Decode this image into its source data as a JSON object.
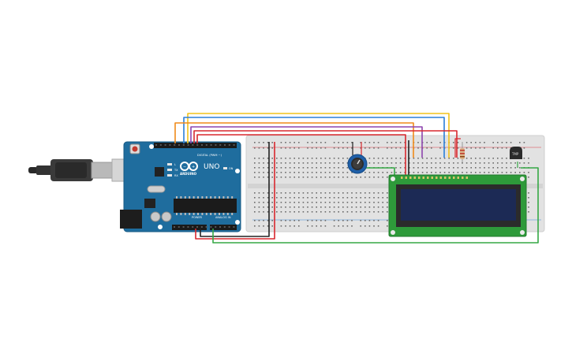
{
  "arduino": {
    "logo_text": "ARDUINO",
    "model": "UNO",
    "digital_label": "DIGITAL (PWM ~)",
    "power_label": "POWER",
    "analog_label": "ANALOG IN",
    "tx_label": "TX",
    "rx_label": "RX",
    "l_label": "L",
    "on_label": "ON"
  },
  "sensor": {
    "label": "TMP"
  },
  "colors": {
    "board": "#1f6d9e",
    "breadboard": "#e2e2e2",
    "lcd_pcb": "#2e9a3a",
    "lcd_screen": "#1c2a55",
    "wire_yellow": "#f2c21a",
    "wire_blue": "#2b7fd9",
    "wire_orange": "#f08a1a",
    "wire_purple": "#8e44ad",
    "wire_red": "#d9282f",
    "wire_green": "#35a845",
    "wire_black": "#222222"
  }
}
